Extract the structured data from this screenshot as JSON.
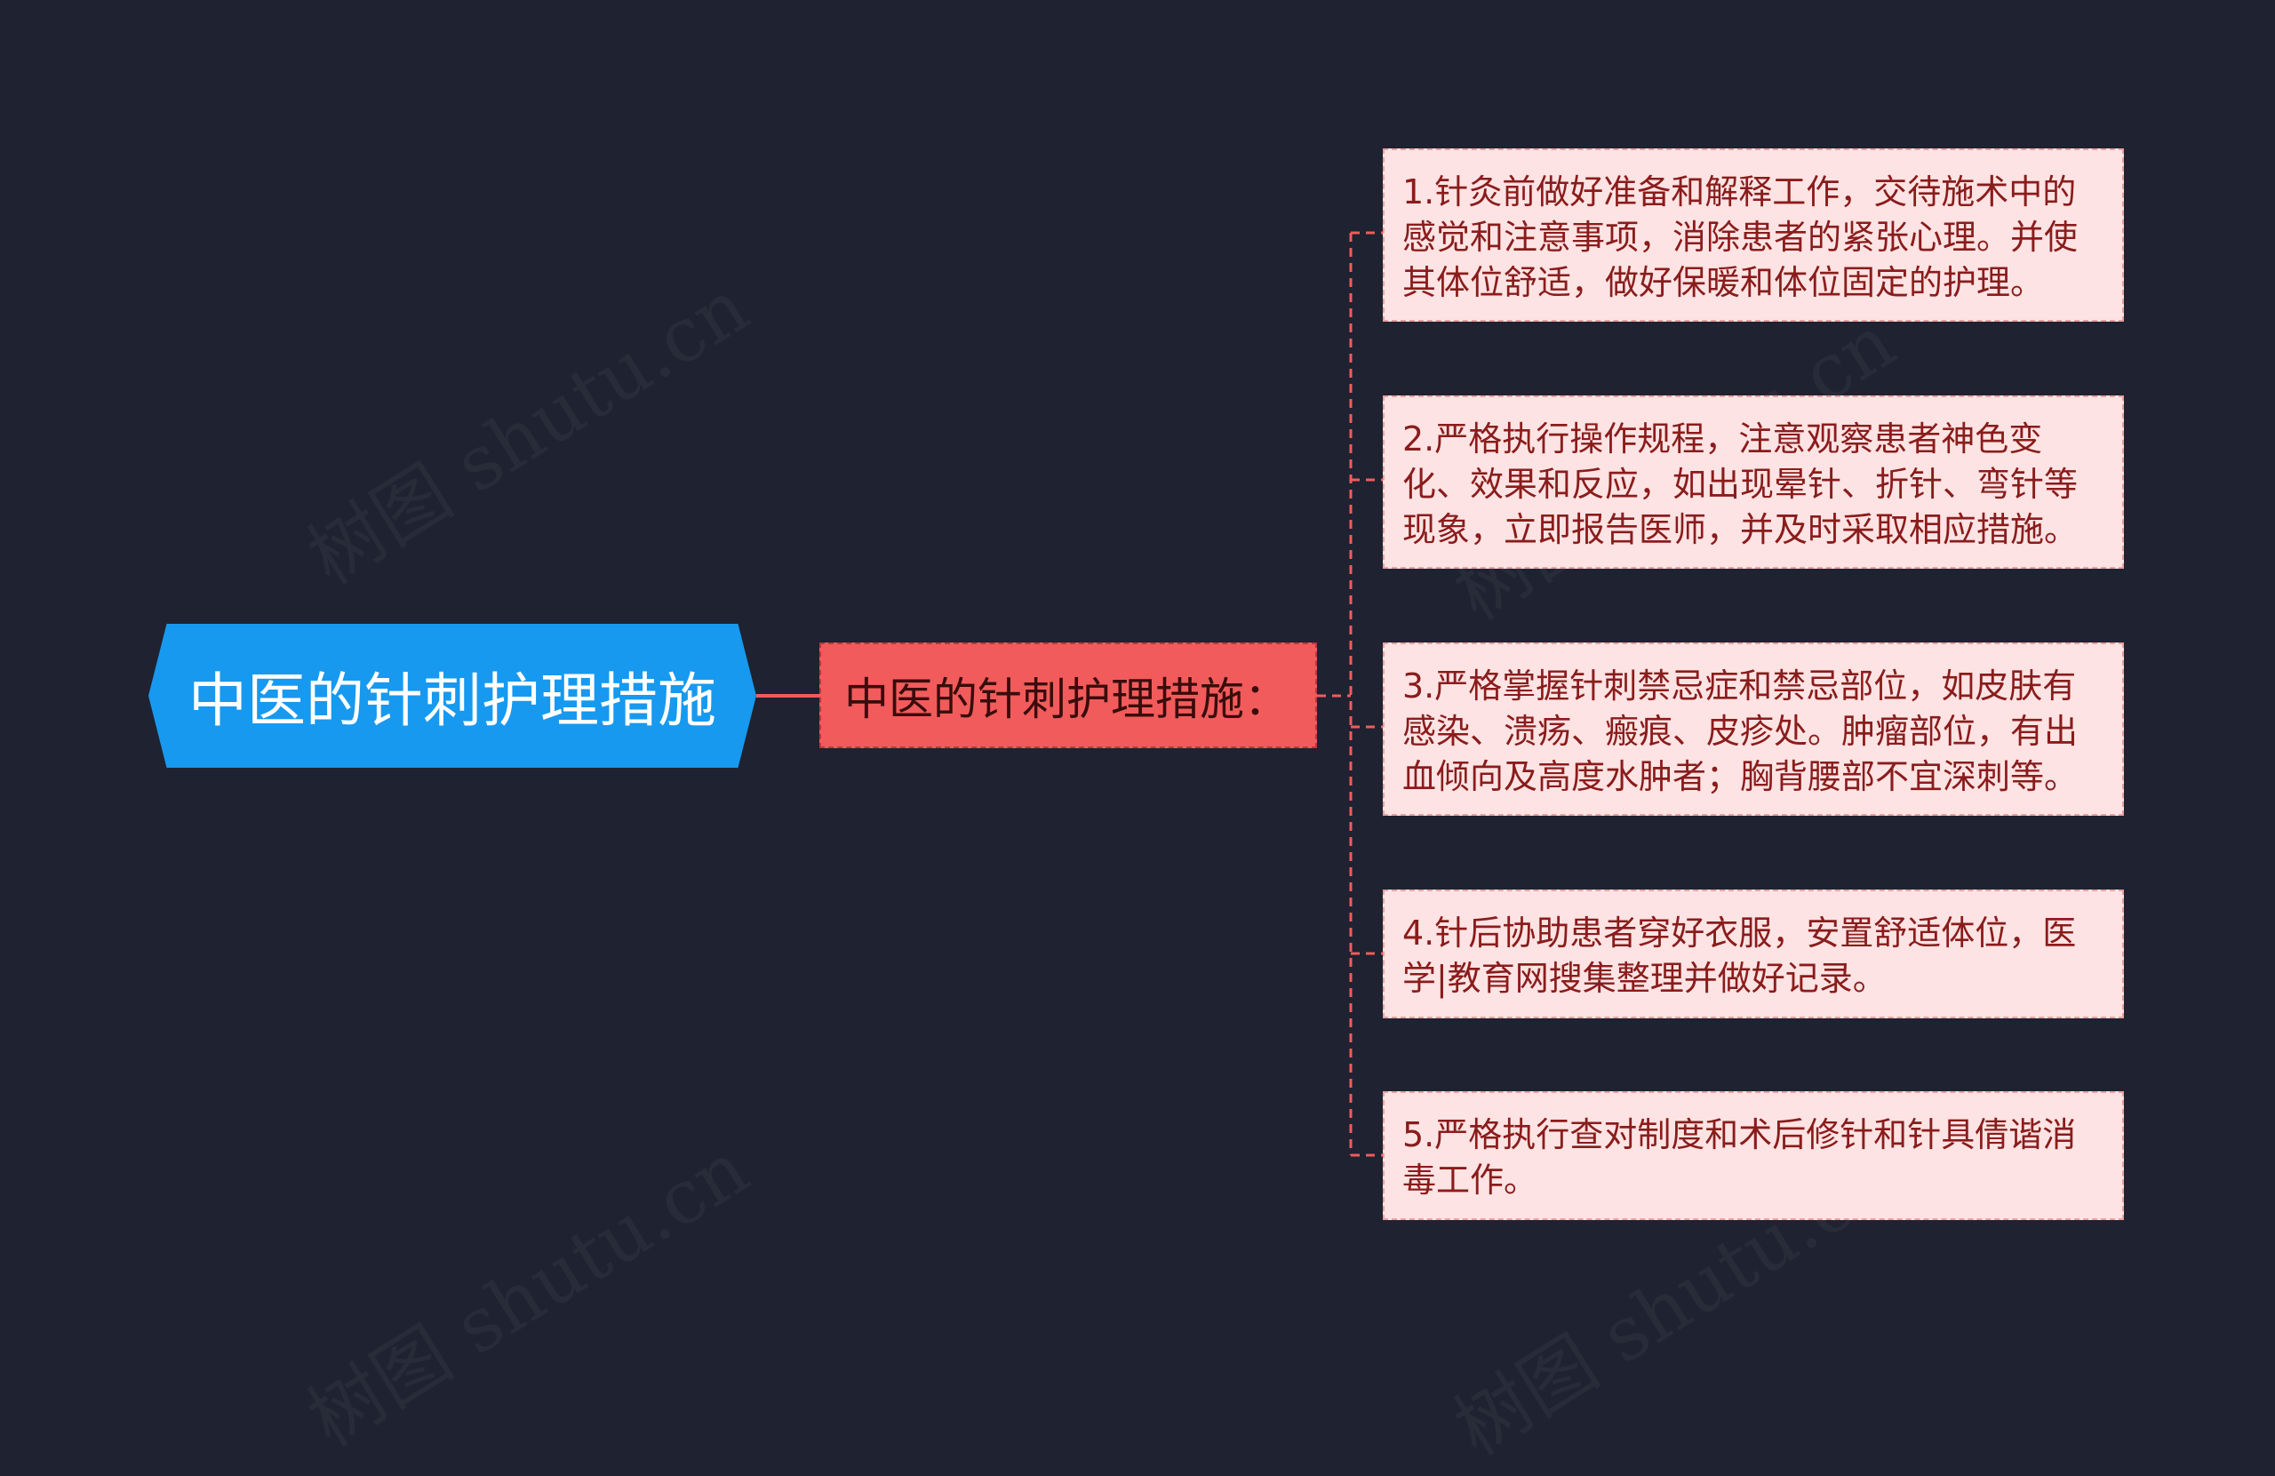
{
  "root": {
    "title": "中医的针刺护理措施"
  },
  "branch": {
    "title": "中医的针刺护理措施："
  },
  "leaves": [
    {
      "text": "1.针灸前做好准备和解释工作，交待施术中的感觉和注意事项，消除患者的紧张心理。并使其体位舒适，做好保暖和体位固定的护理。"
    },
    {
      "text": "2.严格执行操作规程，注意观察患者神色变化、效果和反应，如出现晕针、折针、弯针等现象，立即报告医师，并及时采取相应措施。"
    },
    {
      "text": "3.严格掌握针刺禁忌症和禁忌部位，如皮肤有感染、溃疡、瘢痕、皮疹处。肿瘤部位，有出血倾向及高度水肿者；胸背腰部不宜深刺等。"
    },
    {
      "text": "4.针后协助患者穿好衣服，安置舒适体位，医学|教育网搜集整理并做好记录。"
    },
    {
      "text": "5.严格执行查对制度和术后修针和针具倩谐消毒工作。"
    }
  ],
  "watermark": {
    "text": "树图 shutu.cn"
  },
  "colors": {
    "background": "#1f2230",
    "root_fill": "#1799ef",
    "branch_fill": "#f25b5b",
    "leaf_fill": "#fde3e3",
    "leaf_text": "#8a1c1c",
    "connector": "#f25b5b"
  }
}
